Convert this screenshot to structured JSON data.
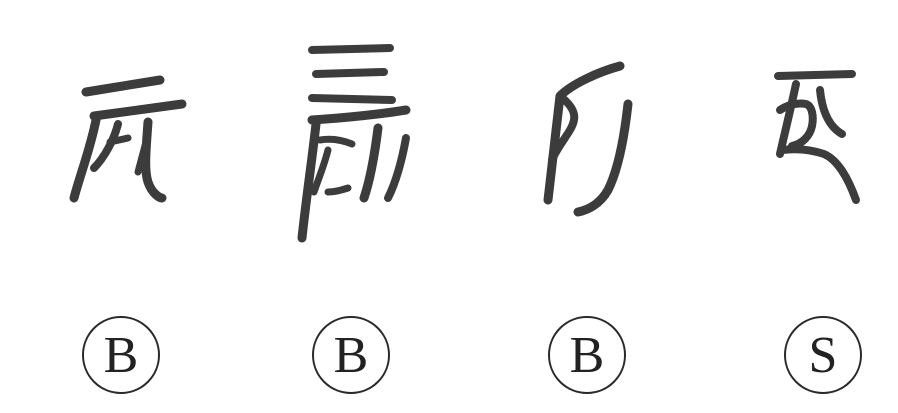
{
  "glyph_panels": [
    {
      "glyph": "seal-script-character-1",
      "label": "B"
    },
    {
      "glyph": "seal-script-character-2",
      "label": "B"
    },
    {
      "glyph": "seal-script-character-3",
      "label": "B"
    },
    {
      "glyph": "seal-script-character-4",
      "label": "S"
    }
  ],
  "colors": {
    "ink": "#3c3c3c",
    "badge_border": "#2a2a2a",
    "background": "#ffffff"
  }
}
